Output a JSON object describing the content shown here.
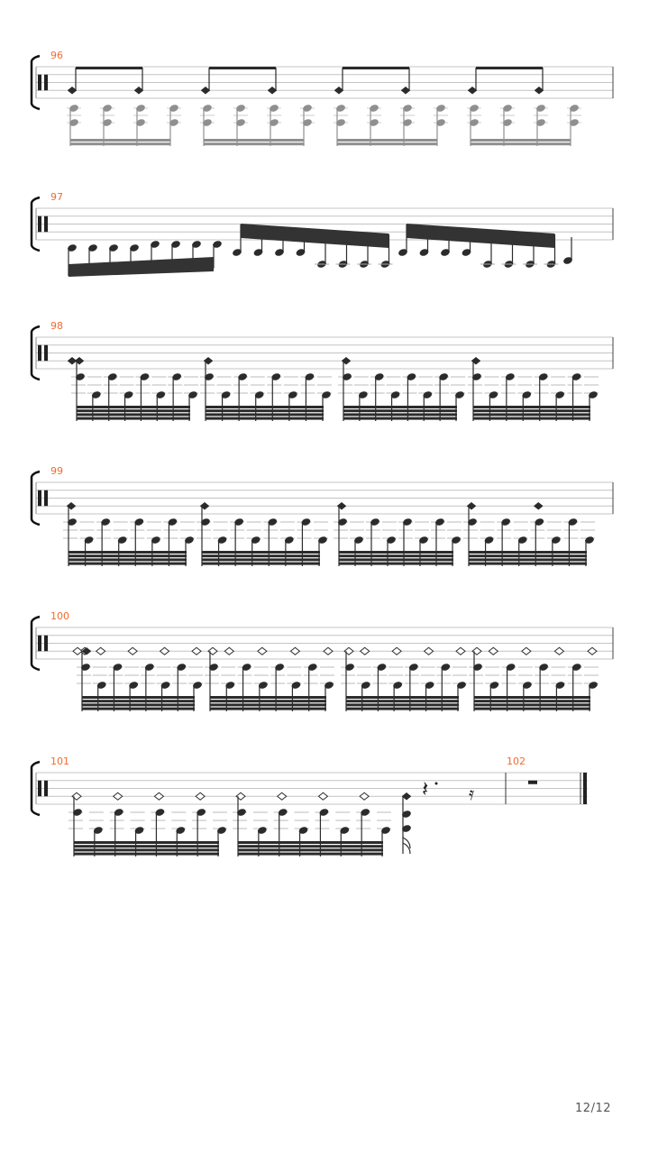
{
  "systems": [
    {
      "measure": "96"
    },
    {
      "measure": "97"
    },
    {
      "measure": "98"
    },
    {
      "measure": "99"
    },
    {
      "measure": "100"
    },
    {
      "measure": "101",
      "next_measure": "102"
    }
  ],
  "page": {
    "number": "12/12"
  },
  "colors": {
    "measure_number": "#f26a2e",
    "ink": "#222222",
    "staff_line": "#bbbbbb",
    "ghost": "#8a8a8a"
  }
}
